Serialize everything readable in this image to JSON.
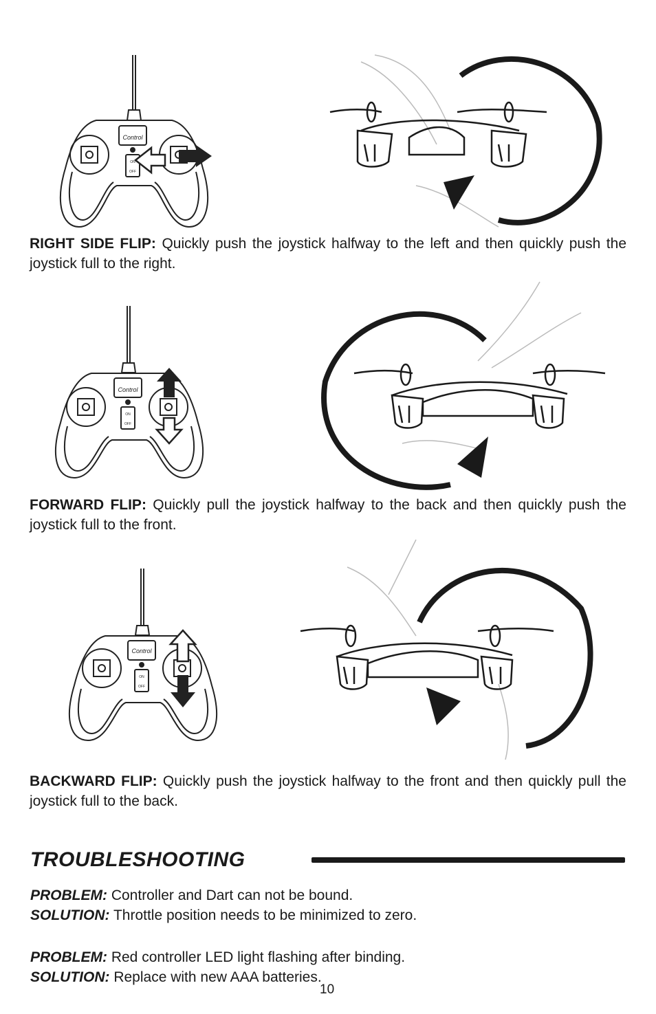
{
  "flips": [
    {
      "title": "RIGHT SIDE FLIP:",
      "text": " Quickly push the joystick halfway to the left and then quickly push the joystick full to the right."
    },
    {
      "title": "FORWARD FLIP:",
      "text": " Quickly pull the joystick halfway to the back and then quickly push the joystick full to the front."
    },
    {
      "title": "BACKWARD FLIP:",
      "text": " Quickly push the joystick halfway to the front and then quickly pull the joystick full to the back."
    }
  ],
  "controller": {
    "brand": "Control",
    "switch_on": "ON",
    "switch_off": "OFF"
  },
  "troubleshooting": {
    "heading": "TROUBLESHOOTING",
    "items": [
      {
        "problem_label": "PROBLEM:",
        "problem": " Controller and Dart can not be bound.",
        "solution_label": "SOLUTION:",
        "solution": " Throttle position needs to be minimized to zero."
      },
      {
        "problem_label": "PROBLEM:",
        "problem": " Red controller LED light flashing after binding.",
        "solution_label": "SOLUTION:",
        "solution": " Replace with new AAA batteries."
      }
    ]
  },
  "page_number": "10"
}
